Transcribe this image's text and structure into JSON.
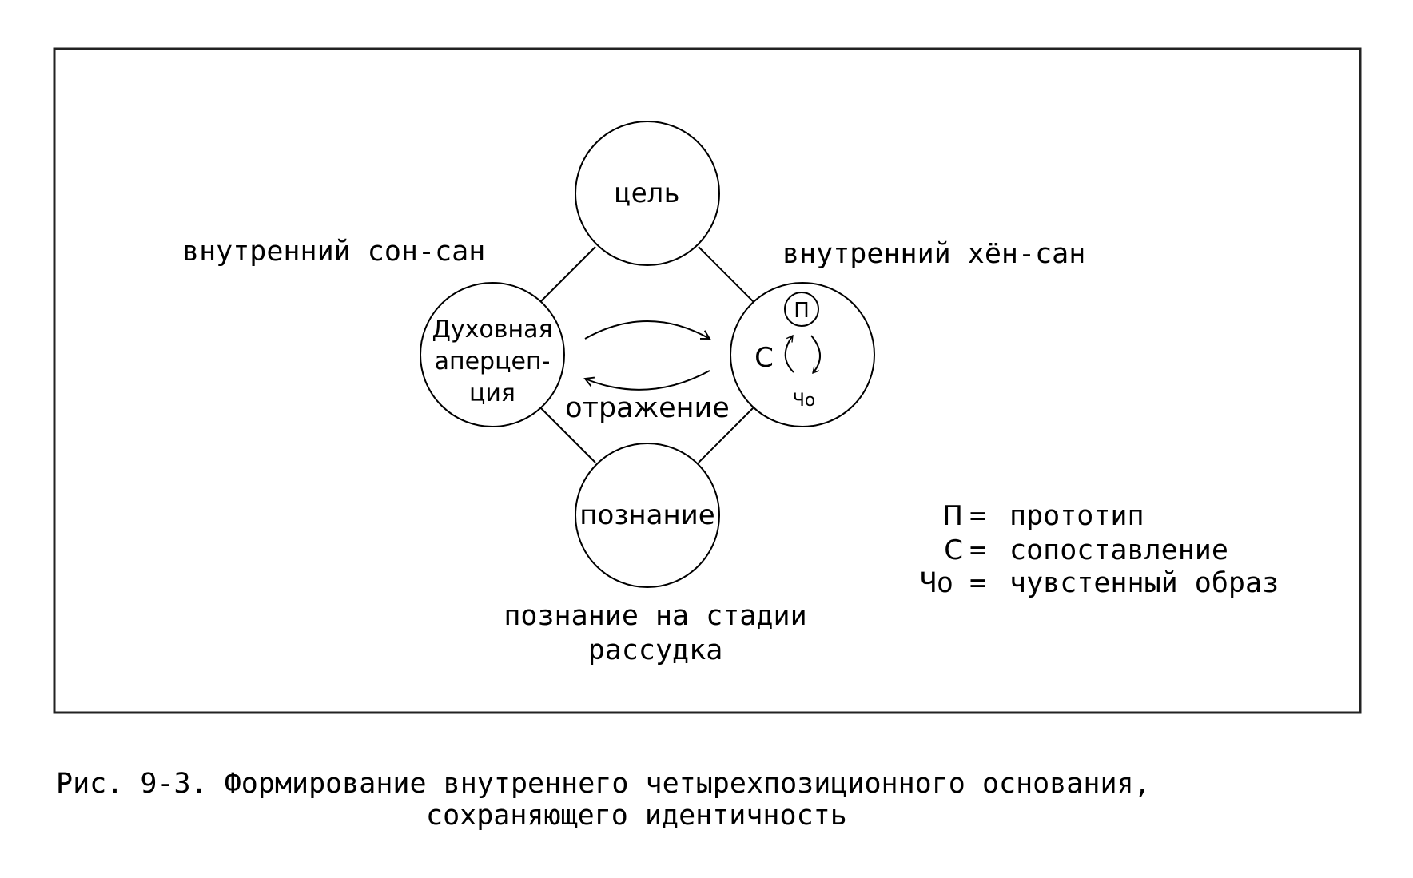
{
  "diagram": {
    "nodes": {
      "goal": "цель",
      "spiritual_apperception": [
        "Духовная",
        "аперцеп-",
        "ция"
      ],
      "cognition": "познание",
      "comparison": "С",
      "prototype": "П",
      "sensory_image": "Чо"
    },
    "labels": {
      "inner_son_san": "внутренний сон-сан",
      "inner_hyon_san": "внутренний хён-сан",
      "reflection": "отражение",
      "cognition_stage": [
        "познание на стадии",
        "рассудка"
      ]
    },
    "legend": [
      {
        "key": "П",
        "value": "прототип"
      },
      {
        "key": "С",
        "value": "сопоставление"
      },
      {
        "key": "Чо",
        "value": "чувстенный образ"
      }
    ]
  },
  "caption": {
    "line1": "Рис. 9-3. Формирование внутреннего четырехпозиционного основания,",
    "line2": "сохраняющего идентичность"
  }
}
